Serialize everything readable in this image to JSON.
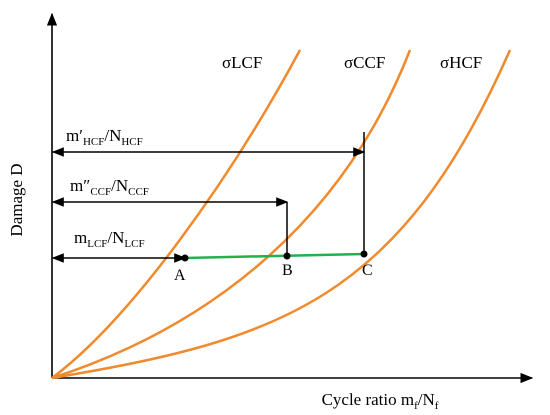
{
  "axes": {
    "y_label": "Damage D",
    "x_label_main": "Cycle ratio m",
    "x_label_sub": "f",
    "x_label_sep": "/N",
    "x_label_sub2": "f"
  },
  "curves": [
    {
      "label_prefix": "σ",
      "label_main": "LCF"
    },
    {
      "label_prefix": "σ",
      "label_main": "CCF"
    },
    {
      "label_prefix": "σ",
      "label_main": "HCF"
    }
  ],
  "arrows": [
    {
      "m": "m′",
      "m_sub": "HCF",
      "sep": "/N",
      "n_sub": "HCF"
    },
    {
      "m": "m″",
      "m_sub": "CCF",
      "sep": "/N",
      "n_sub": "CCF"
    },
    {
      "m": "m",
      "m_sub": "LCF",
      "sep": "/N",
      "n_sub": "LCF"
    }
  ],
  "points": [
    {
      "label": "A"
    },
    {
      "label": "B"
    },
    {
      "label": "C"
    }
  ],
  "colors": {
    "curve": "#f08a2c",
    "path": "#22b14c",
    "ink": "#000000"
  }
}
